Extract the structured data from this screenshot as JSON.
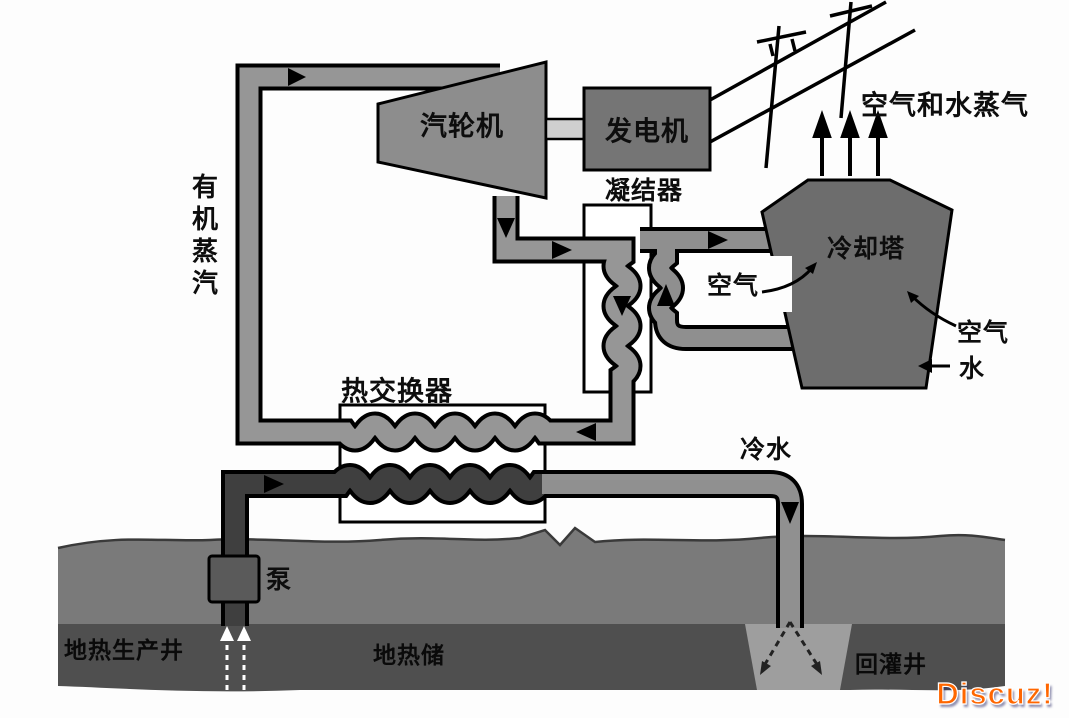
{
  "labels": {
    "turbine": "汽轮机",
    "generator": "发电机",
    "condenser": "凝结器",
    "cooling_tower": "冷却塔",
    "heat_exchanger": "热交换器",
    "pump": "泵",
    "organic_vapor": "有机蒸汽",
    "air_water_vapor": "空气和水蒸气",
    "air_inner": "空气",
    "air_outer": "空气",
    "water": "水",
    "cold_water": "冷水",
    "production_well": "地热生产井",
    "reservoir": "地热储",
    "reinjection_well": "回灌井",
    "watermark": "Discuz!"
  },
  "palette": {
    "turbine": "#8d8d8d",
    "generator": "#757575",
    "cooling_tower": "#6d6d6d",
    "organic_pipe": "#969696",
    "cooling_pipe": "#8f8f8f",
    "hot_water_pipe": "#3f3f3f",
    "cold_water_pipe": "#909090",
    "soil": "#7a7a7a",
    "reservoir": "#4f4f4f",
    "injection_patch": "#9e9e9e",
    "pump": "#5a5a5a",
    "outline": "#000000",
    "watermark": "#ff6600"
  }
}
